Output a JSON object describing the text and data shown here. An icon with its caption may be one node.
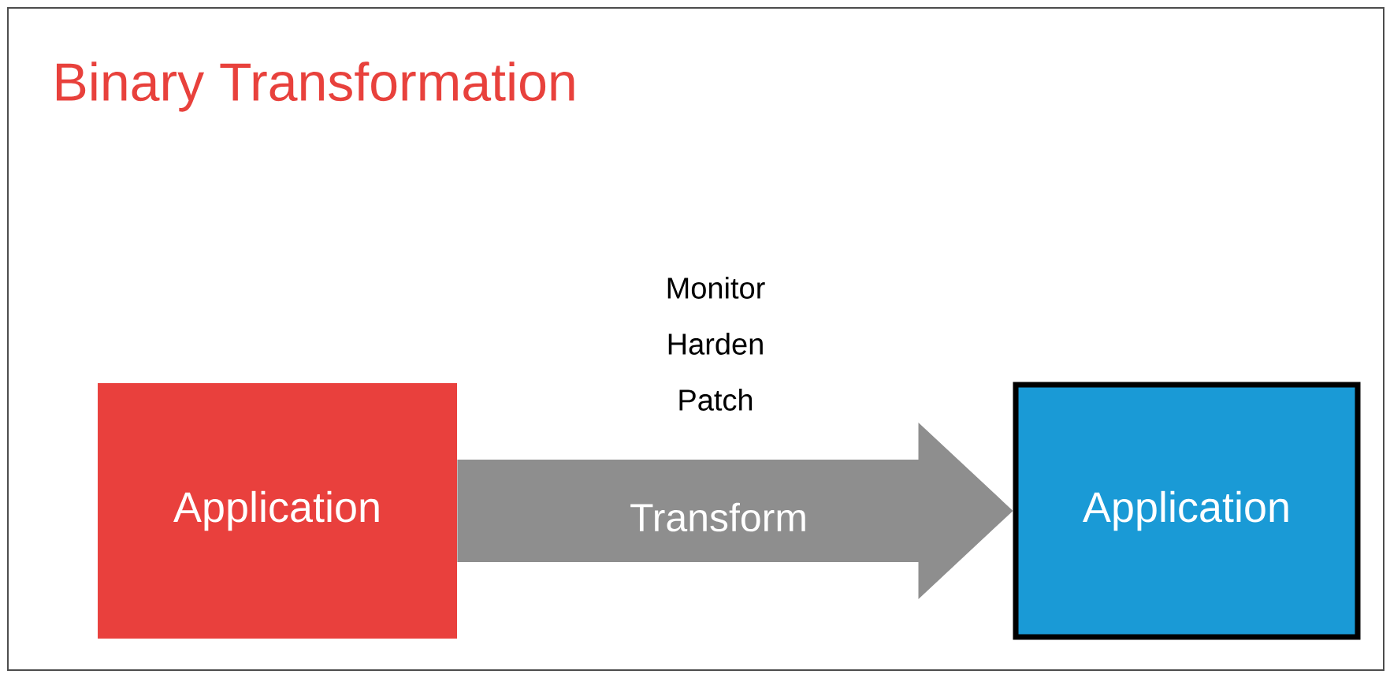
{
  "diagram": {
    "title": "Binary Transformation",
    "nodes": [
      {
        "text": [
          "Application"
        ]
      },
      {
        "text": [
          "Application"
        ]
      }
    ],
    "edges": [
      {
        "from": 0,
        "to": 1,
        "arrow": "to",
        "label": "Transform"
      }
    ],
    "labels": [
      "Monitor Harden Patch"
    ]
  }
}
